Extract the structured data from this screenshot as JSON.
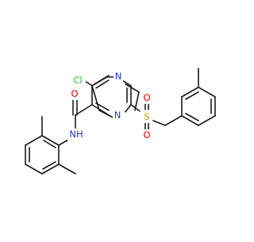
{
  "molecule": {
    "colors": {
      "bond": "#1a1a1a",
      "carbon": "#1a1a1a",
      "nitrogen": "#2233dd",
      "oxygen": "#e00000",
      "sulfur": "#b8a000",
      "chlorine": "#2eb82e",
      "background": "#ffffff"
    },
    "atom_labels": {
      "cl": "Cl",
      "n_ring_top": "N",
      "n_ring_bottom": "N",
      "o_amide": "O",
      "nh": "NH",
      "s": "S",
      "o_sulfonyl_top": "O",
      "o_sulfonyl_bottom": "O"
    }
  }
}
